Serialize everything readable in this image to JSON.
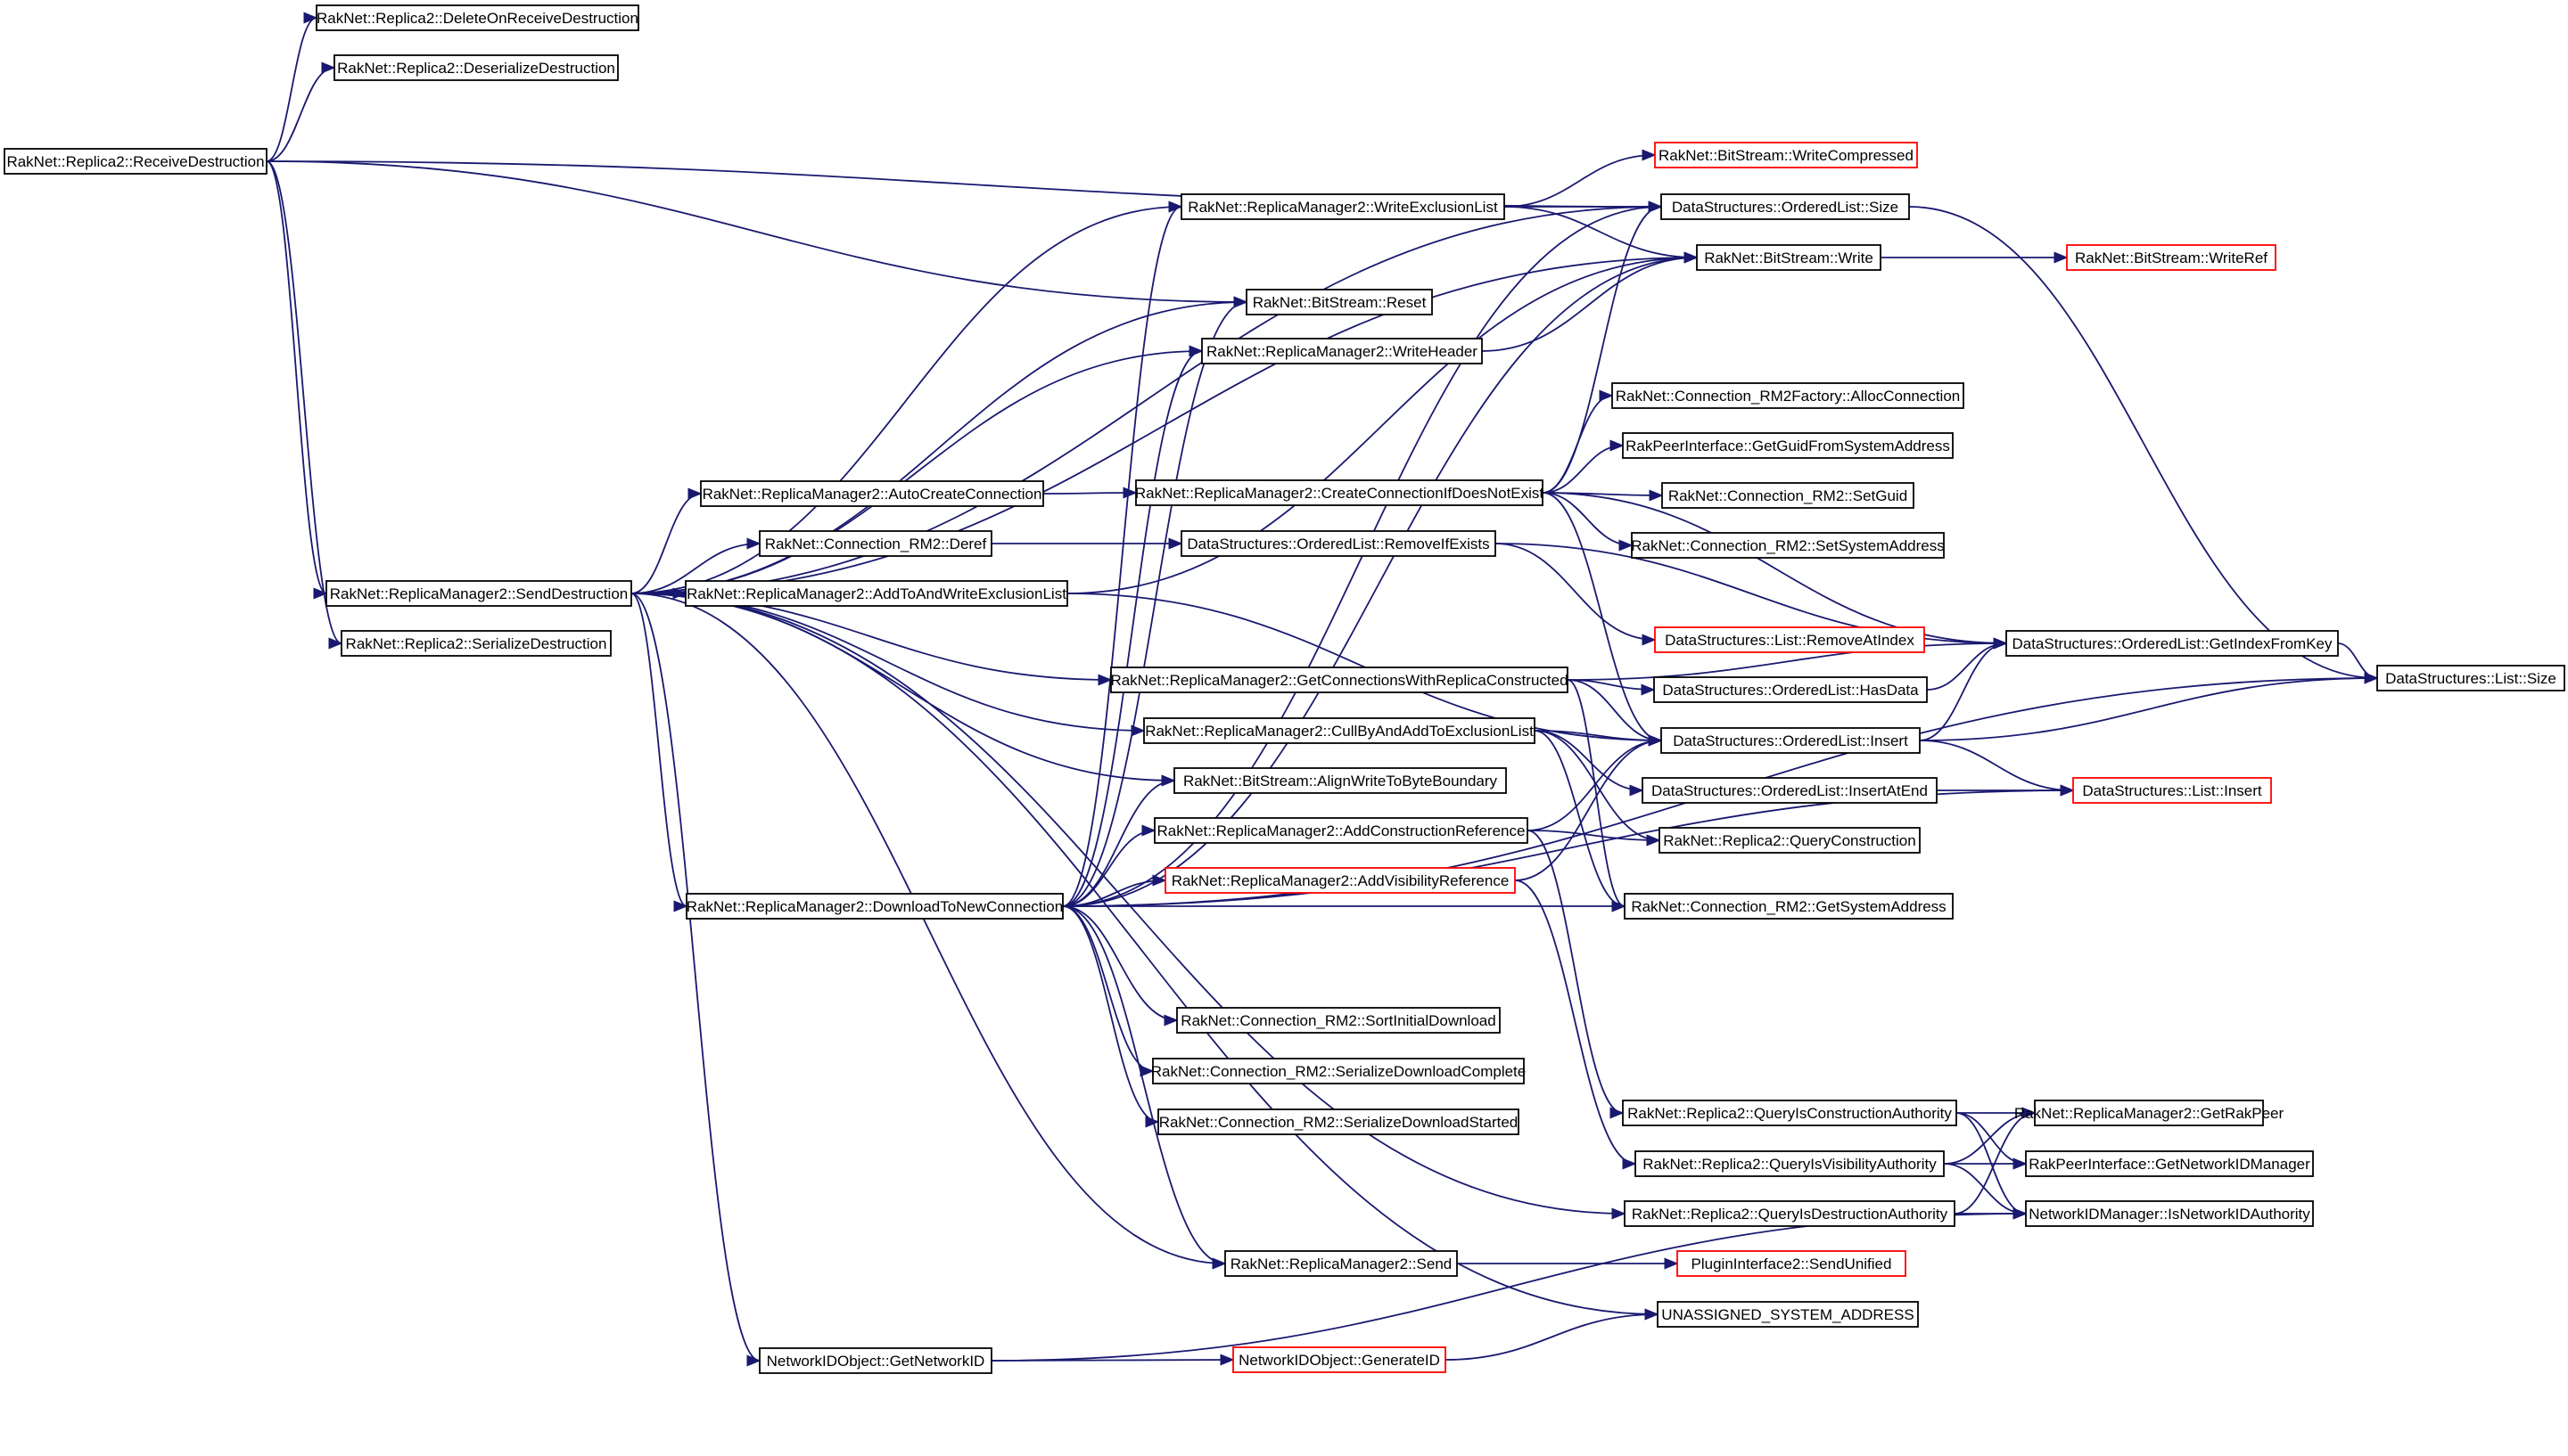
{
  "colors": {
    "edge": "#191970",
    "node_border": "#000000",
    "node_border_incomplete": "#ff0000",
    "root_fill": "#bfbfbf"
  },
  "nodes": [
    {
      "id": "root",
      "label": "RakNet::Replica2::ReceiveDestruction",
      "root": true
    },
    {
      "id": "delonrecv",
      "label": "RakNet::Replica2::DeleteOnReceiveDestruction"
    },
    {
      "id": "deserdest",
      "label": "RakNet::Replica2::DeserializeDestruction"
    },
    {
      "id": "senddest",
      "label": "RakNet::ReplicaManager2::SendDestruction"
    },
    {
      "id": "serdest",
      "label": "RakNet::Replica2::SerializeDestruction"
    },
    {
      "id": "autocreate",
      "label": "RakNet::ReplicaManager2::AutoCreateConnection"
    },
    {
      "id": "deref",
      "label": "RakNet::Connection_RM2::Deref"
    },
    {
      "id": "addtoandwrite",
      "label": "RakNet::ReplicaManager2::AddToAndWriteExclusionList"
    },
    {
      "id": "download",
      "label": "RakNet::ReplicaManager2::DownloadToNewConnection"
    },
    {
      "id": "netidget",
      "label": "NetworkIDObject::GetNetworkID"
    },
    {
      "id": "writeexcl",
      "label": "RakNet::ReplicaManager2::WriteExclusionList"
    },
    {
      "id": "reset",
      "label": "RakNet::BitStream::Reset"
    },
    {
      "id": "writeheader",
      "label": "RakNet::ReplicaManager2::WriteHeader"
    },
    {
      "id": "createconn",
      "label": "RakNet::ReplicaManager2::CreateConnectionIfDoesNotExist"
    },
    {
      "id": "olremove",
      "label": "DataStructures::OrderedList::RemoveIfExists"
    },
    {
      "id": "getconns",
      "label": "RakNet::ReplicaManager2::GetConnectionsWithReplicaConstructed"
    },
    {
      "id": "cullby",
      "label": "RakNet::ReplicaManager2::CullByAndAddToExclusionList"
    },
    {
      "id": "align",
      "label": "RakNet::BitStream::AlignWriteToByteBoundary"
    },
    {
      "id": "addconstref",
      "label": "RakNet::ReplicaManager2::AddConstructionReference"
    },
    {
      "id": "addvisref",
      "label": "RakNet::ReplicaManager2::AddVisibilityReference",
      "incomplete": true
    },
    {
      "id": "sortinit",
      "label": "RakNet::Connection_RM2::SortInitialDownload"
    },
    {
      "id": "serdlcomplete",
      "label": "RakNet::Connection_RM2::SerializeDownloadComplete"
    },
    {
      "id": "serdlstarted",
      "label": "RakNet::Connection_RM2::SerializeDownloadStarted"
    },
    {
      "id": "send",
      "label": "RakNet::ReplicaManager2::Send"
    },
    {
      "id": "genid",
      "label": "NetworkIDObject::GenerateID",
      "incomplete": true
    },
    {
      "id": "writecomp",
      "label": "RakNet::BitStream::WriteCompressed",
      "incomplete": true
    },
    {
      "id": "olsize",
      "label": "DataStructures::OrderedList::Size"
    },
    {
      "id": "bswrite",
      "label": "RakNet::BitStream::Write"
    },
    {
      "id": "alloc",
      "label": "RakNet::Connection_RM2Factory::AllocConnection"
    },
    {
      "id": "getguid",
      "label": "RakPeerInterface::GetGuidFromSystemAddress"
    },
    {
      "id": "setguid",
      "label": "RakNet::Connection_RM2::SetGuid"
    },
    {
      "id": "setsysaddr",
      "label": "RakNet::Connection_RM2::SetSystemAddress"
    },
    {
      "id": "listremove",
      "label": "DataStructures::List::RemoveAtIndex",
      "incomplete": true
    },
    {
      "id": "olhasdata",
      "label": "DataStructures::OrderedList::HasData"
    },
    {
      "id": "olinsert",
      "label": "DataStructures::OrderedList::Insert"
    },
    {
      "id": "olinsertend",
      "label": "DataStructures::OrderedList::InsertAtEnd"
    },
    {
      "id": "queryconst",
      "label": "RakNet::Replica2::QueryConstruction"
    },
    {
      "id": "getsysaddr",
      "label": "RakNet::Connection_RM2::GetSystemAddress"
    },
    {
      "id": "queryisconst",
      "label": "RakNet::Replica2::QueryIsConstructionAuthority"
    },
    {
      "id": "queryisvis",
      "label": "RakNet::Replica2::QueryIsVisibilityAuthority"
    },
    {
      "id": "queryisdest",
      "label": "RakNet::Replica2::QueryIsDestructionAuthority"
    },
    {
      "id": "sendunified",
      "label": "PluginInterface2::SendUnified",
      "incomplete": true
    },
    {
      "id": "unassigned",
      "label": "UNASSIGNED_SYSTEM_ADDRESS"
    },
    {
      "id": "writeref",
      "label": "RakNet::BitStream::WriteRef",
      "incomplete": true
    },
    {
      "id": "olgetindex",
      "label": "DataStructures::OrderedList::GetIndexFromKey"
    },
    {
      "id": "listinsert",
      "label": "DataStructures::List::Insert",
      "incomplete": true
    },
    {
      "id": "getrakpeer",
      "label": "RakNet::ReplicaManager2::GetRakPeer"
    },
    {
      "id": "getnetidmgr",
      "label": "RakPeerInterface::GetNetworkIDManager"
    },
    {
      "id": "isnetidauth",
      "label": "NetworkIDManager::IsNetworkIDAuthority"
    },
    {
      "id": "listsize",
      "label": "DataStructures::List::Size"
    }
  ],
  "edges": [
    [
      "root",
      "delonrecv"
    ],
    [
      "root",
      "deserdest"
    ],
    [
      "root",
      "olsize"
    ],
    [
      "root",
      "reset"
    ],
    [
      "root",
      "senddest"
    ],
    [
      "root",
      "serdest"
    ],
    [
      "senddest",
      "autocreate"
    ],
    [
      "senddest",
      "deref"
    ],
    [
      "senddest",
      "addtoandwrite"
    ],
    [
      "senddest",
      "writeexcl"
    ],
    [
      "senddest",
      "reset"
    ],
    [
      "senddest",
      "writeheader"
    ],
    [
      "senddest",
      "olsize"
    ],
    [
      "senddest",
      "bswrite"
    ],
    [
      "senddest",
      "getconns"
    ],
    [
      "senddest",
      "cullby"
    ],
    [
      "senddest",
      "align"
    ],
    [
      "senddest",
      "download"
    ],
    [
      "senddest",
      "send"
    ],
    [
      "senddest",
      "netidget"
    ],
    [
      "senddest",
      "unassigned"
    ],
    [
      "senddest",
      "queryisdest"
    ],
    [
      "autocreate",
      "createconn"
    ],
    [
      "deref",
      "olremove"
    ],
    [
      "addtoandwrite",
      "olinsert"
    ],
    [
      "addtoandwrite",
      "bswrite"
    ],
    [
      "download",
      "writeexcl"
    ],
    [
      "download",
      "reset"
    ],
    [
      "download",
      "writeheader"
    ],
    [
      "download",
      "align"
    ],
    [
      "download",
      "addconstref"
    ],
    [
      "download",
      "addvisref"
    ],
    [
      "download",
      "getsysaddr"
    ],
    [
      "download",
      "sortinit"
    ],
    [
      "download",
      "serdlcomplete"
    ],
    [
      "download",
      "serdlstarted"
    ],
    [
      "download",
      "send"
    ],
    [
      "download",
      "listinsert"
    ],
    [
      "download",
      "listsize"
    ],
    [
      "download",
      "olsize"
    ],
    [
      "download",
      "bswrite"
    ],
    [
      "netidget",
      "genid"
    ],
    [
      "netidget",
      "isnetidauth"
    ],
    [
      "genid",
      "unassigned"
    ],
    [
      "writeexcl",
      "writecomp"
    ],
    [
      "writeexcl",
      "olsize"
    ],
    [
      "writeexcl",
      "bswrite"
    ],
    [
      "writeheader",
      "bswrite"
    ],
    [
      "createconn",
      "alloc"
    ],
    [
      "createconn",
      "getguid"
    ],
    [
      "createconn",
      "setguid"
    ],
    [
      "createconn",
      "setsysaddr"
    ],
    [
      "createconn",
      "olinsert"
    ],
    [
      "createconn",
      "olgetindex"
    ],
    [
      "createconn",
      "olsize"
    ],
    [
      "olremove",
      "listremove"
    ],
    [
      "olremove",
      "olgetindex"
    ],
    [
      "getconns",
      "olhasdata"
    ],
    [
      "getconns",
      "olinsert"
    ],
    [
      "getconns",
      "olgetindex"
    ],
    [
      "getconns",
      "getsysaddr"
    ],
    [
      "cullby",
      "olinsert"
    ],
    [
      "cullby",
      "olinsertend"
    ],
    [
      "cullby",
      "queryconst"
    ],
    [
      "cullby",
      "getsysaddr"
    ],
    [
      "addconstref",
      "queryisconst"
    ],
    [
      "addconstref",
      "olinsert"
    ],
    [
      "addconstref",
      "queryconst"
    ],
    [
      "addvisref",
      "queryisvis"
    ],
    [
      "addvisref",
      "olinsert"
    ],
    [
      "send",
      "sendunified"
    ],
    [
      "olsize",
      "listsize"
    ],
    [
      "bswrite",
      "writeref"
    ],
    [
      "olhasdata",
      "olgetindex"
    ],
    [
      "olinsert",
      "olgetindex"
    ],
    [
      "olinsert",
      "listinsert"
    ],
    [
      "olinsert",
      "listsize"
    ],
    [
      "olinsertend",
      "listinsert"
    ],
    [
      "olgetindex",
      "listsize"
    ],
    [
      "queryisconst",
      "getrakpeer"
    ],
    [
      "queryisconst",
      "getnetidmgr"
    ],
    [
      "queryisconst",
      "isnetidauth"
    ],
    [
      "queryisvis",
      "getrakpeer"
    ],
    [
      "queryisvis",
      "getnetidmgr"
    ],
    [
      "queryisvis",
      "isnetidauth"
    ],
    [
      "queryisdest",
      "getrakpeer"
    ],
    [
      "queryisdest",
      "isnetidauth"
    ]
  ]
}
